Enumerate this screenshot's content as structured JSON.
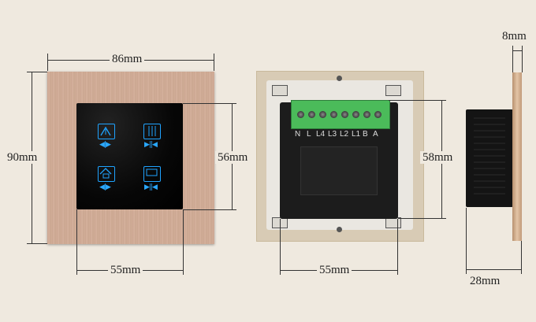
{
  "dimensions": {
    "front_width": "86mm",
    "front_height": "90mm",
    "glass_height": "56mm",
    "glass_width": "55mm",
    "back_box_height": "58mm",
    "back_box_width": "55mm",
    "side_plate_depth": "8mm",
    "side_body_depth": "28mm"
  },
  "terminals": [
    "N",
    "L",
    "L4",
    "L3",
    "L2",
    "L1",
    "B",
    "A"
  ],
  "colors": {
    "background": "#efe9df",
    "frame": "#d2ae98",
    "glass": "#070707",
    "key_glow": "#1fa3ff",
    "terminal_block": "#4bbb5a"
  }
}
